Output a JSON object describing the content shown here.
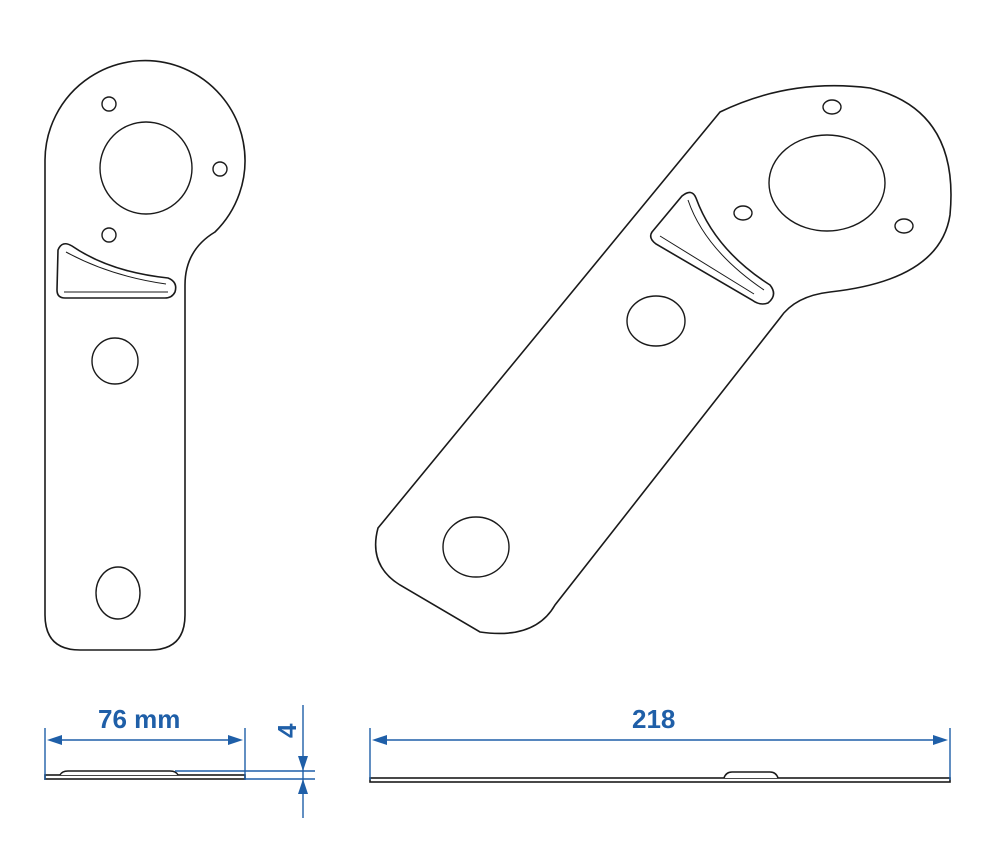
{
  "drawing": {
    "title": "Socket mounting plate – technical drawing",
    "views": [
      {
        "name": "front-view",
        "description": "Flat plate, front elevation"
      },
      {
        "name": "isometric-view",
        "description": "Plate, angled perspective"
      },
      {
        "name": "side-view-width",
        "description": "Edge view showing width and thickness"
      },
      {
        "name": "side-view-length",
        "description": "Edge view showing length"
      }
    ]
  },
  "dimensions": {
    "width_label": "76 mm",
    "thickness_label": "4",
    "length_label": "218"
  },
  "colors": {
    "dimension": "#1f5fa8",
    "outline": "#1a1a1a",
    "background": "#ffffff"
  }
}
